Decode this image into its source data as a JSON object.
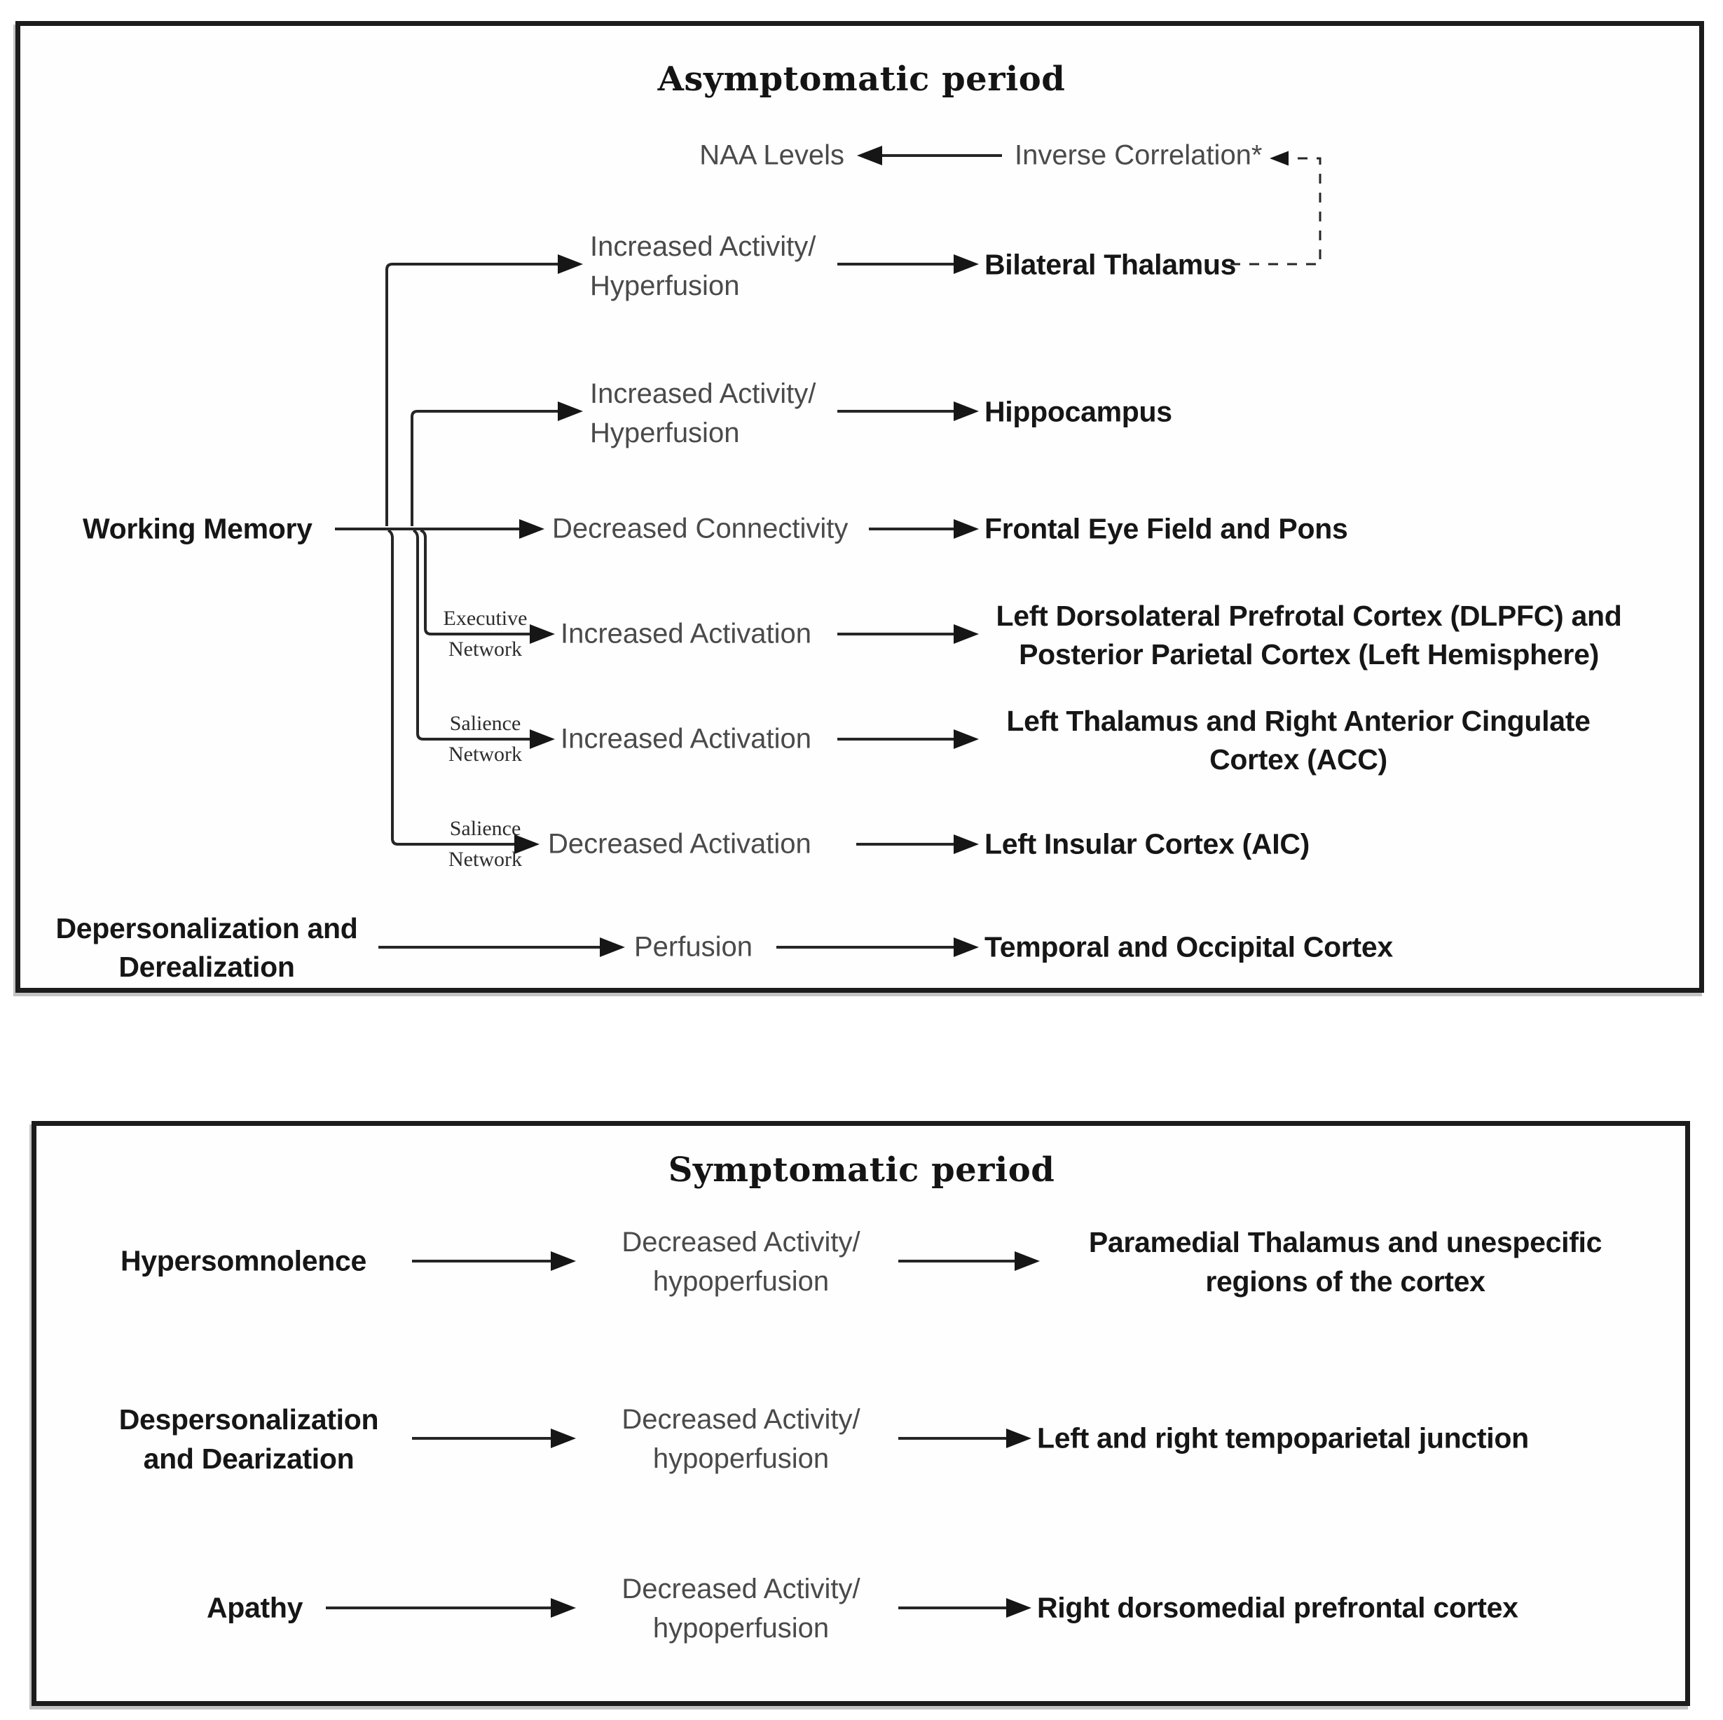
{
  "colors": {
    "line": "#262626",
    "text_primary": "#161616",
    "text_secondary": "#4a4a4a",
    "border": "#1c1c1c"
  },
  "asymptomatic": {
    "title": "Asymptomatic period",
    "naa_label": "NAA Levels",
    "inverse_correlation_label": "Inverse Correlation*",
    "working_memory_label": "Working Memory",
    "depersonalization_line1": "Depersonalization and",
    "depersonalization_line2": "Derealization",
    "rows": [
      {
        "mechanism_line1": "Increased Activity/",
        "mechanism_line2": "Hyperfusion",
        "target": "Bilateral Thalamus"
      },
      {
        "mechanism_line1": "Increased Activity/",
        "mechanism_line2": "Hyperfusion",
        "target": "Hippocampus"
      },
      {
        "mechanism": "Decreased Connectivity",
        "target": "Frontal Eye Field and Pons"
      },
      {
        "network_line1": "Executive",
        "network_line2": "Network",
        "mechanism": "Increased Activation",
        "target_line1": "Left Dorsolateral Prefrotal Cortex (DLPFC) and",
        "target_line2": "Posterior Parietal Cortex (Left Hemisphere)"
      },
      {
        "network_line1": "Salience",
        "network_line2": "Network",
        "mechanism": "Increased Activation",
        "target_line1": "Left Thalamus and Right Anterior Cingulate",
        "target_line2": "Cortex (ACC)"
      },
      {
        "network_line1": "Salience",
        "network_line2": "Network",
        "mechanism": "Decreased Activation",
        "target": "Left Insular Cortex (AIC)"
      },
      {
        "mechanism": "Perfusion",
        "target": "Temporal and Occipital Cortex"
      }
    ]
  },
  "symptomatic": {
    "title": "Symptomatic period",
    "rows": [
      {
        "symptom": "Hypersomnolence",
        "mechanism_line1": "Decreased Activity/",
        "mechanism_line2": "hypoperfusion",
        "target_line1": "Paramedial Thalamus and unespecific",
        "target_line2": "regions of the cortex"
      },
      {
        "symptom_line1": "Despersonalization",
        "symptom_line2": "and Dearization",
        "mechanism_line1": "Decreased Activity/",
        "mechanism_line2": "hypoperfusion",
        "target": "Left and right tempoparietal junction"
      },
      {
        "symptom": "Apathy",
        "mechanism_line1": "Decreased Activity/",
        "mechanism_line2": "hypoperfusion",
        "target": "Right dorsomedial prefrontal cortex"
      }
    ]
  }
}
